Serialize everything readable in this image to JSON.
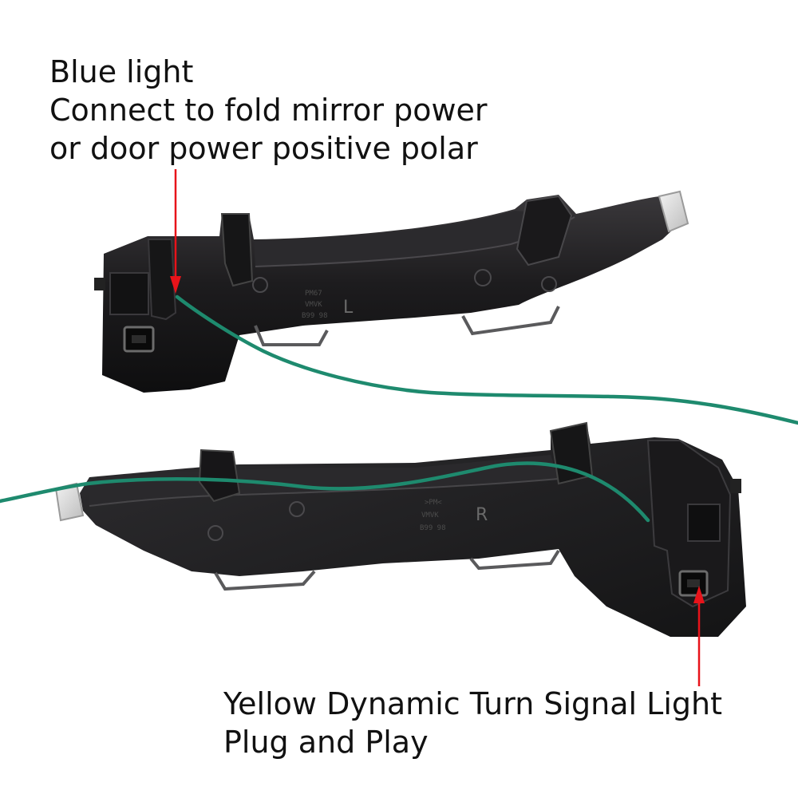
{
  "top_label": {
    "line1": "Blue light",
    "line2": "Connect to fold mirror power",
    "line3": "or door power positive polar"
  },
  "bottom_label": {
    "line1": "Yellow Dynamic Turn Signal Light",
    "line2": "Plug and Play"
  },
  "left_part": {
    "side_mark": "L"
  },
  "right_part": {
    "side_mark": "R"
  },
  "colors": {
    "wire": "#1e8a6e",
    "arrow": "#e8131a",
    "housing": "#1b1a1c",
    "text": "#111111"
  }
}
